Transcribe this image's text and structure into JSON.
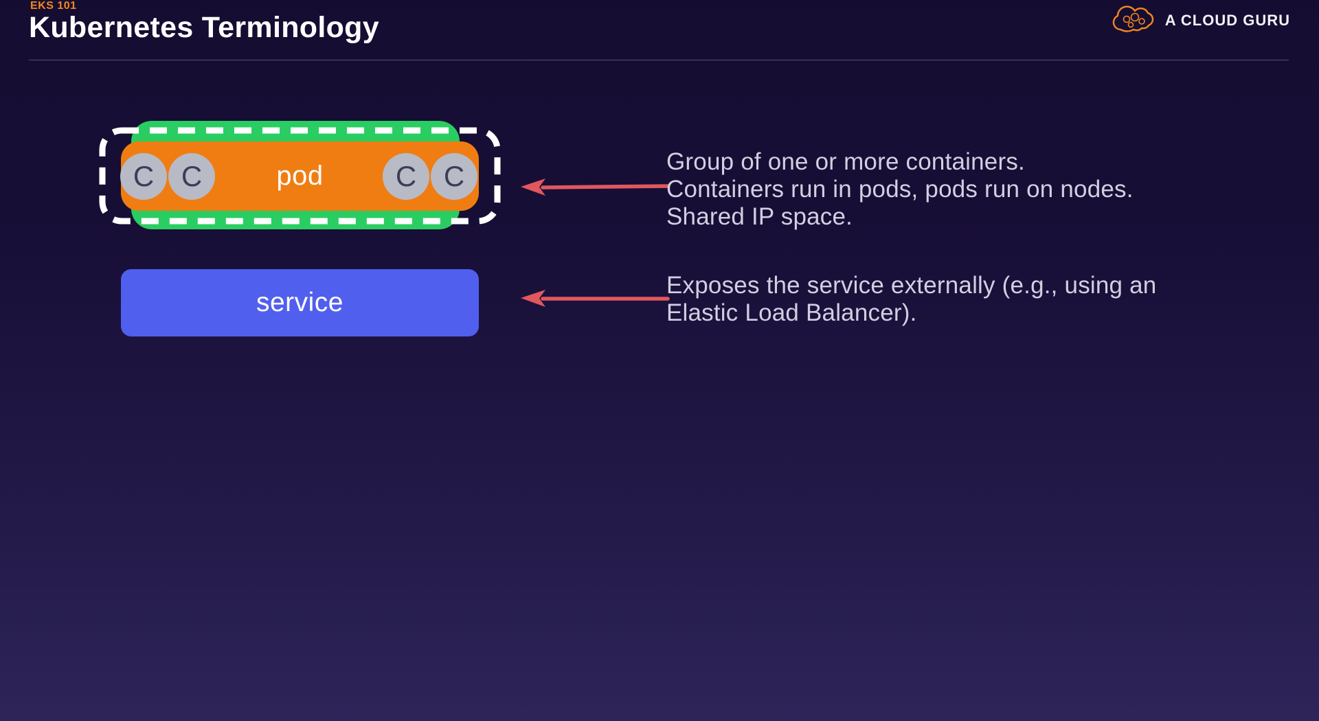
{
  "colors": {
    "background_top": "#150d31",
    "background_bottom": "#2e2459",
    "accent_orange": "#f5871f",
    "title_white": "#ffffff",
    "node_green": "#2acd61",
    "pod_orange": "#f07d12",
    "service_blue": "#515fee",
    "arrow_red": "#e0585d",
    "container_gray": "#b8bac6",
    "container_letter": "#3b3e57",
    "annotation_text": "#d2cfe1"
  },
  "header": {
    "course": "EKS 101",
    "title": "Kubernetes Terminology"
  },
  "brand": {
    "name": "A CLOUD GURU"
  },
  "pod": {
    "label": "pod",
    "containers": [
      "C",
      "C",
      "C",
      "C"
    ]
  },
  "service": {
    "label": "service"
  },
  "annotations": [
    {
      "lines": [
        "Group of one or more containers.",
        "Containers run in pods, pods run on nodes.",
        "Shared IP space."
      ]
    },
    {
      "lines": [
        "Exposes the service externally (e.g., using an",
        "Elastic Load Balancer)."
      ]
    }
  ]
}
